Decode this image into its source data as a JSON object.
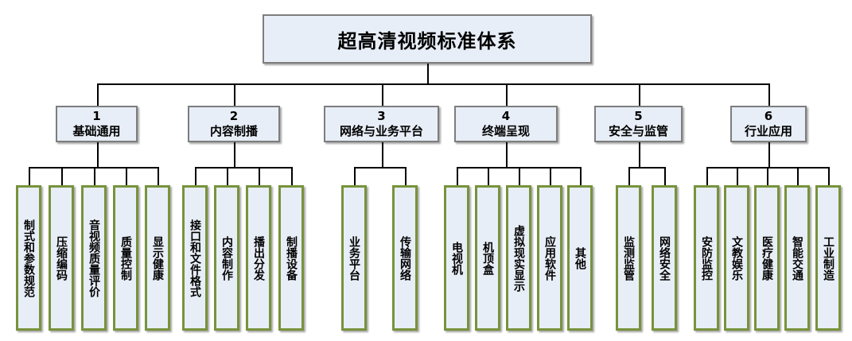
{
  "title": "超高清视频标准体系",
  "categories": [
    {
      "number": "1",
      "label": "基础通用",
      "items": [
        "制式和参数规范",
        "压缩编码",
        "音视频质量评价",
        "质量控制",
        "显示健康"
      ]
    },
    {
      "number": "2",
      "label": "内容制播",
      "items": [
        "接口和文件格式",
        "内容制作",
        "播出分发",
        "制播设备"
      ]
    },
    {
      "number": "3",
      "label": "网络与业务平台",
      "items": [
        "业务平台",
        "传输网络"
      ]
    },
    {
      "number": "4",
      "label": "终端呈现",
      "items": [
        "电视机",
        "机顶盒",
        "虚拟现实显示",
        "应用软件",
        "其他"
      ]
    },
    {
      "number": "5",
      "label": "安全与监管",
      "items": [
        "监测监管",
        "网络安全"
      ]
    },
    {
      "number": "6",
      "label": "行业应用",
      "items": [
        "安防监控",
        "文教娱乐",
        "医疗健康",
        "智能交通",
        "工业制造"
      ]
    }
  ],
  "colors": {
    "box_fill": "#e8eef7",
    "box_border": "#7d7d7d",
    "leaf_border": "#77933c",
    "line": "#000000"
  }
}
